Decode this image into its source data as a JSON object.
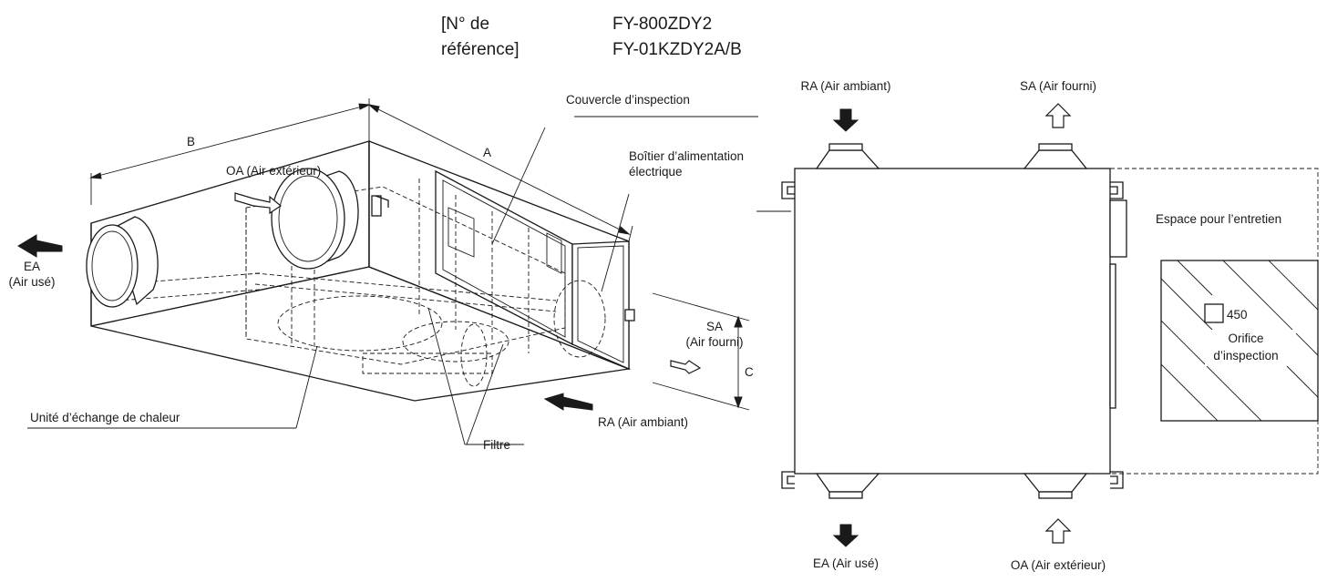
{
  "header": {
    "ref_label_line1": "[N° de",
    "ref_label_line2": "référence]",
    "model_1": "FY-800ZDY2",
    "model_2": "FY-01KZDY2A/B"
  },
  "perspective_view": {
    "dim_a": "A",
    "dim_b": "B",
    "dim_c": "C",
    "oa": "OA (Air extérieur)",
    "ea_line1": "EA",
    "ea_line2": "(Air usé)",
    "sa_line1": "SA",
    "sa_line2": "(Air fourni)",
    "ra": "RA (Air ambiant)",
    "inspection_cover": "Couvercle d’inspection",
    "power_box_line1": "Boîtier d’alimentation",
    "power_box_line2": "électrique",
    "heat_exchange_unit": "Unité d’échange de chaleur",
    "filter": "Filtre"
  },
  "top_view": {
    "ra": "RA (Air ambiant)",
    "sa": "SA (Air fourni)",
    "ea": "EA (Air usé)",
    "oa": "OA (Air extérieur)",
    "maintenance_space": "Espace pour l’entretien",
    "inspection_size": "450",
    "inspection_port_line1": "Orifice",
    "inspection_port_line2": "d’inspection"
  }
}
